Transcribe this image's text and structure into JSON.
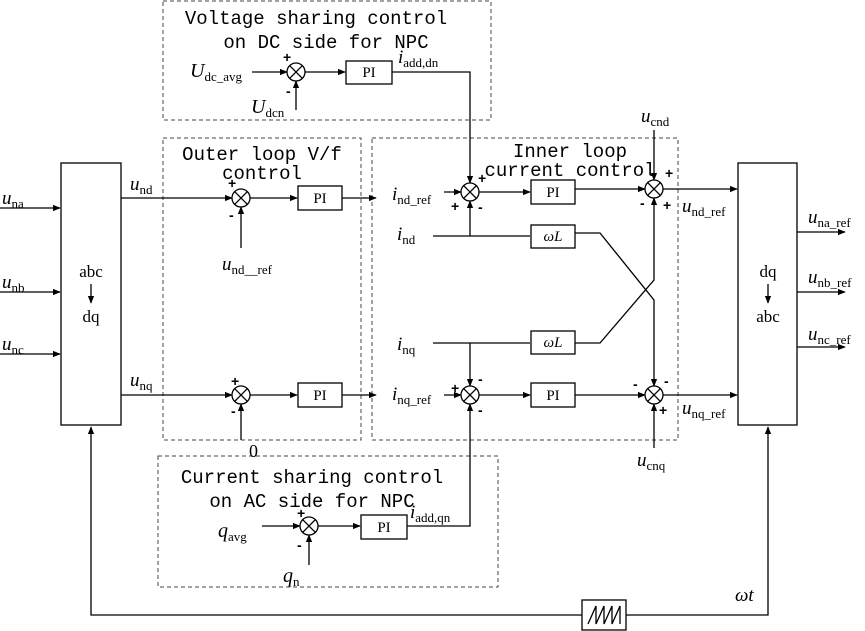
{
  "groups": {
    "dc_title_1": "Voltage sharing control",
    "dc_title_2": "on DC side for NPC",
    "outer_title_1": "Outer loop V/f",
    "outer_title_2": "control",
    "inner_title_1": "Inner loop",
    "inner_title_2": "current control",
    "ac_title_1": "Current sharing control",
    "ac_title_2": "on AC side for NPC"
  },
  "blocks": {
    "abc_dq": {
      "l1": "abc",
      "l2": "dq"
    },
    "dq_abc": {
      "l1": "dq",
      "l2": "abc"
    },
    "pi": "PI",
    "omega_l": "ωL"
  },
  "signals": {
    "u_na": {
      "main": "u",
      "sub": "na"
    },
    "u_nb": {
      "main": "u",
      "sub": "nb"
    },
    "u_nc": {
      "main": "u",
      "sub": "nc"
    },
    "u_nd": {
      "main": "u",
      "sub": "nd"
    },
    "u_nq": {
      "main": "u",
      "sub": "nq"
    },
    "u_nd_ref_in": {
      "main": "u",
      "sub": "nd__ref"
    },
    "zero": "0",
    "u_dc_avg": {
      "main": "U",
      "sub": "dc_avg"
    },
    "u_dcn": {
      "main": "U",
      "sub": "dcn"
    },
    "i_add_dn": {
      "main": "i",
      "sub": "add,dn"
    },
    "i_nd_ref": {
      "main": "i",
      "sub": "nd_ref"
    },
    "i_nq_ref": {
      "main": "i",
      "sub": "nq_ref"
    },
    "i_nd": {
      "main": "i",
      "sub": "nd"
    },
    "i_nq": {
      "main": "i",
      "sub": "nq"
    },
    "u_cnd": {
      "main": "u",
      "sub": "cnd"
    },
    "u_cnq": {
      "main": "u",
      "sub": "cnq"
    },
    "u_nd_ref_out": {
      "main": "u",
      "sub": "nd_ref"
    },
    "u_nq_ref_out": {
      "main": "u",
      "sub": "nq_ref"
    },
    "u_na_ref": {
      "main": "u",
      "sub": "na_ref"
    },
    "u_nb_ref": {
      "main": "u",
      "sub": "nb_ref"
    },
    "u_nc_ref": {
      "main": "u",
      "sub": "nc_ref"
    },
    "q_avg": {
      "main": "q",
      "sub": "avg"
    },
    "q_n": {
      "main": "q",
      "sub": "n"
    },
    "i_add_qn": {
      "main": "i",
      "sub": "add,qn"
    },
    "omega_t": "ωt"
  },
  "signs": {
    "plus": "+",
    "minus": "-"
  }
}
